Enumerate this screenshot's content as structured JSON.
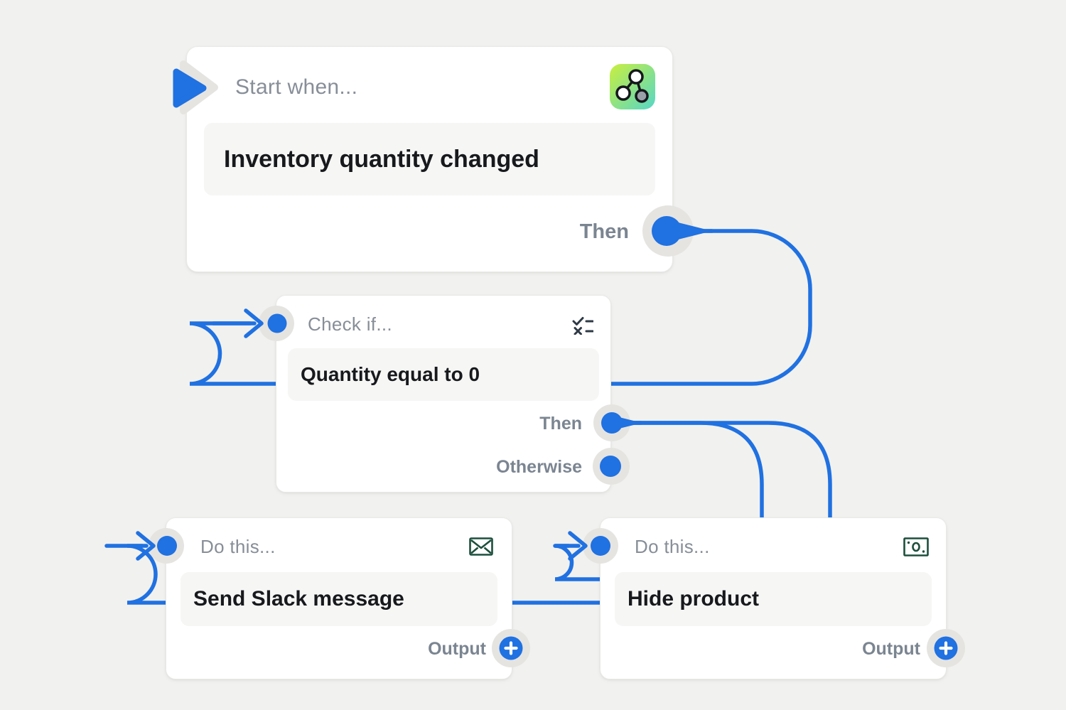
{
  "canvas": {
    "background_color": "#f1f1ef",
    "accent_blue": "#2071e1",
    "icon_green": "#1d4f3d",
    "notch_gray": "#e5e4e1"
  },
  "nodes": {
    "trigger": {
      "header": "Start when...",
      "value": "Inventory quantity changed",
      "icon": "workflow-branch-icon",
      "ports": {
        "then": "Then"
      }
    },
    "condition": {
      "header": "Check if...",
      "value": "Quantity equal to 0",
      "icon": "checklist-icon",
      "ports": {
        "then": "Then",
        "otherwise": "Otherwise"
      }
    },
    "action_send_slack": {
      "header": "Do this...",
      "value": "Send Slack message",
      "icon": "envelope-icon",
      "ports": {
        "output": "Output"
      }
    },
    "action_hide_product": {
      "header": "Do this...",
      "value": "Hide product",
      "icon": "cash-icon",
      "ports": {
        "output": "Output"
      }
    }
  }
}
